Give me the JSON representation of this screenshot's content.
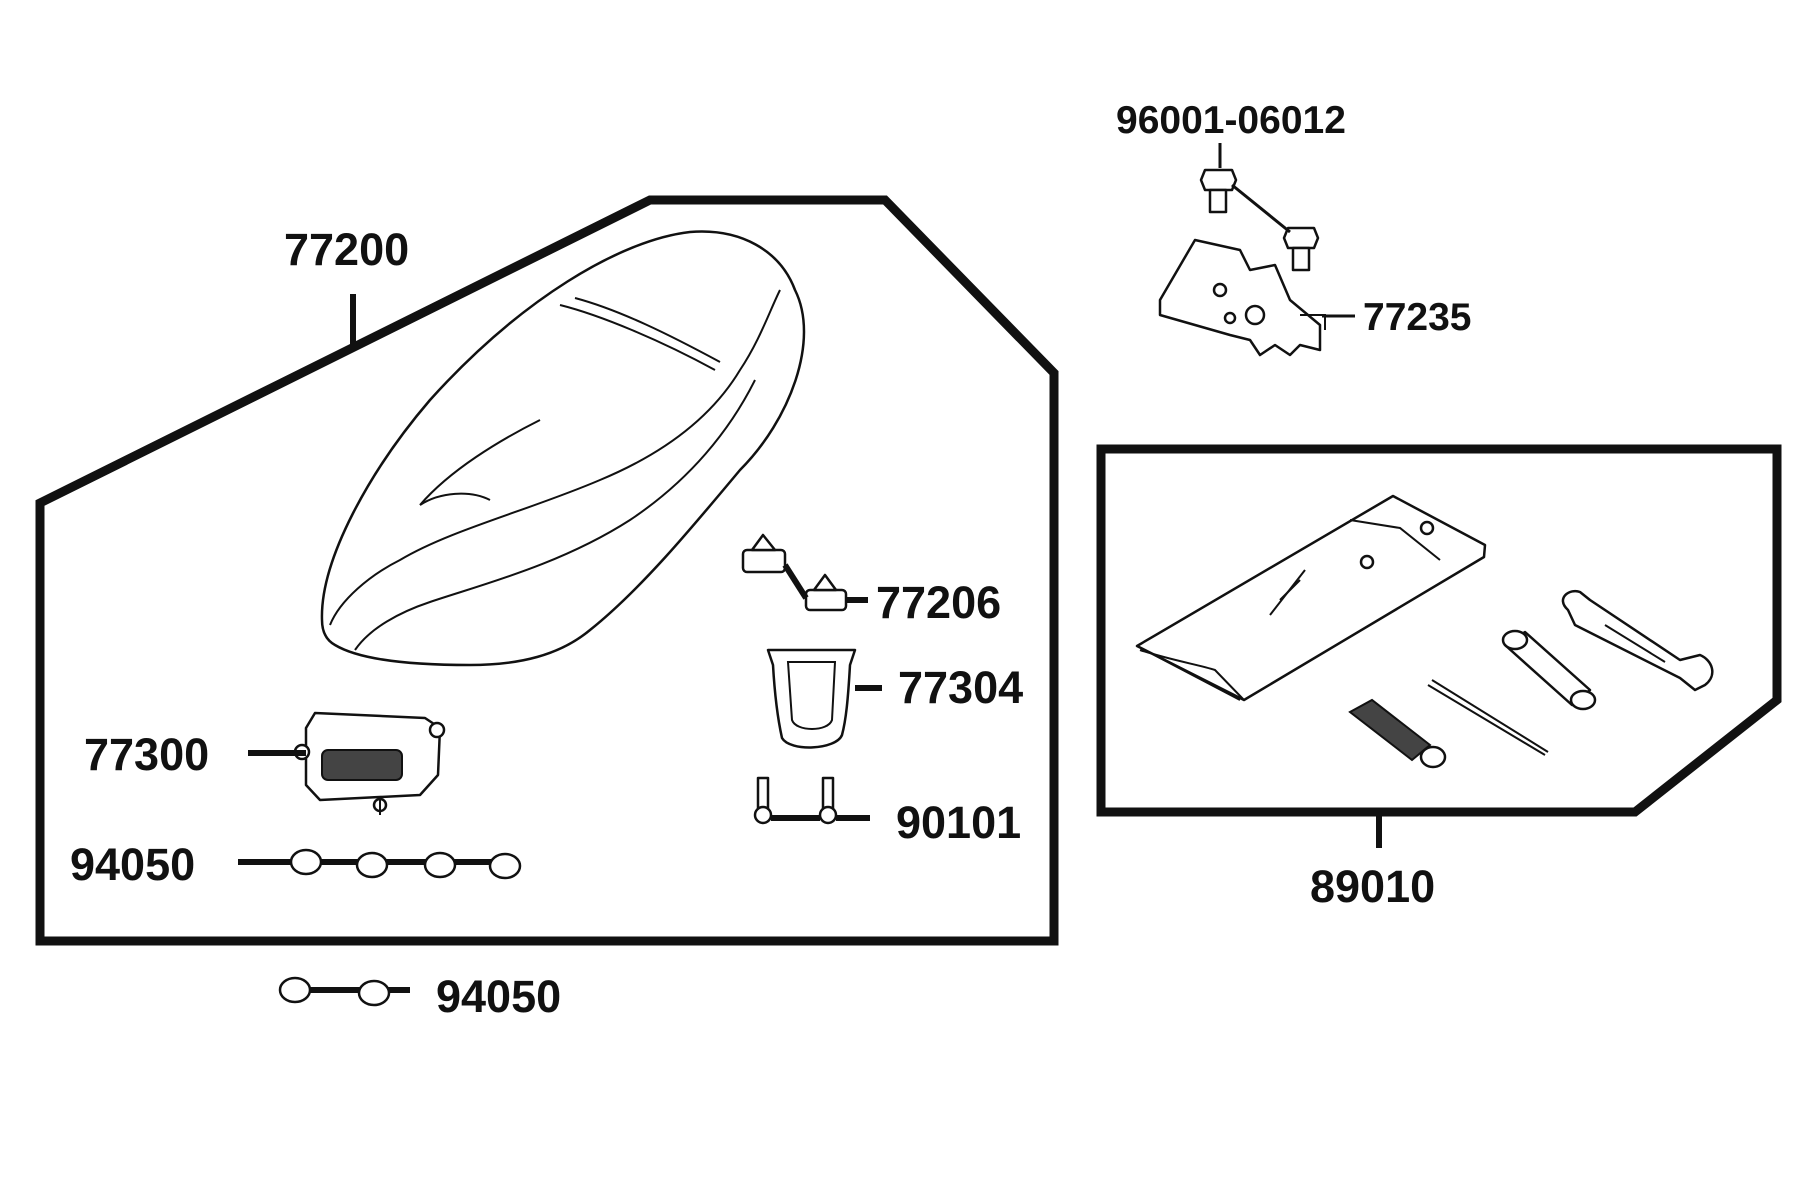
{
  "diagram": {
    "labels": {
      "seat": "77200",
      "bolt": "96001-06012",
      "latch": "77235",
      "damper": "77206",
      "hook": "77304",
      "hinge": "77300",
      "screw": "90101",
      "nut_inner": "94050",
      "nut_outer": "94050",
      "toolkit": "89010"
    },
    "colors": {
      "line": "#111111",
      "background": "#ffffff"
    }
  }
}
